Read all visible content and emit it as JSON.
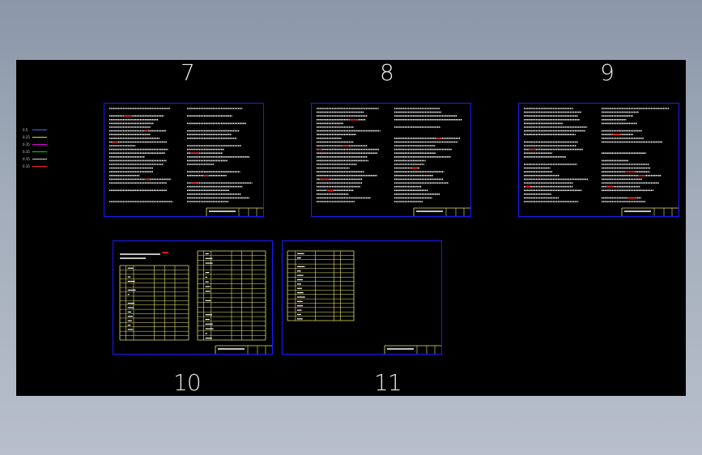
{
  "sheets": [
    {
      "number": "7"
    },
    {
      "number": "8"
    },
    {
      "number": "9"
    },
    {
      "number": "10"
    },
    {
      "number": "11"
    }
  ],
  "legend": [
    {
      "label": "0.5",
      "color": "#3b6bff"
    },
    {
      "label": "0.25",
      "color": "#e0e000"
    },
    {
      "label": "0.35",
      "color": "#e000e0"
    },
    {
      "label": "0.35",
      "color": "#00e000"
    },
    {
      "label": "0.35",
      "color": "#d0d0d0"
    },
    {
      "label": "0.35",
      "color": "#ff2020"
    }
  ],
  "colors": {
    "background_top": "#8a97a8",
    "viewport": "#000000",
    "frame": "#1c1cff",
    "text_white": "#ffffff",
    "text_red": "#ff2020",
    "table_yellow": "#e8e870"
  }
}
